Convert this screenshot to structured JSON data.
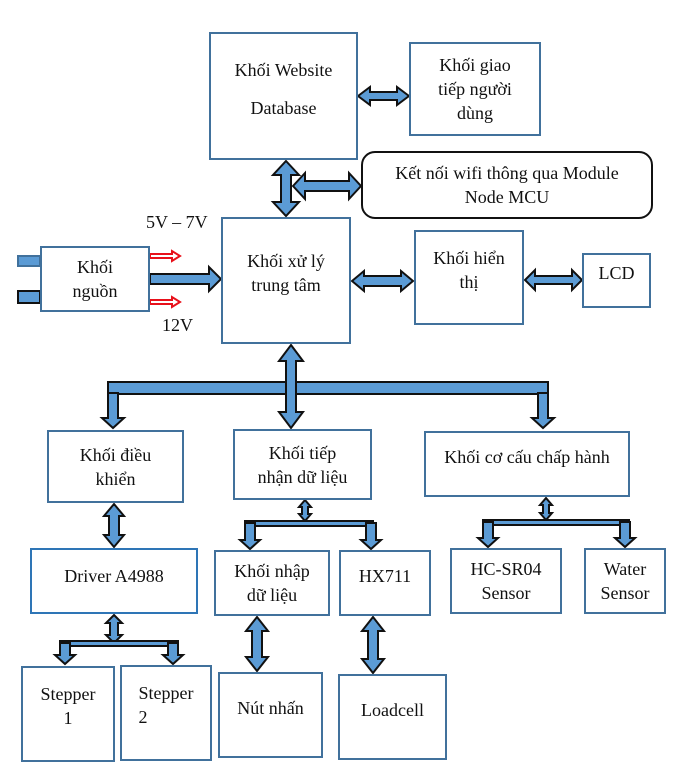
{
  "diagram": {
    "blocks": {
      "website": {
        "line1": "Khối Website",
        "line2": "Database"
      },
      "user_interface": {
        "text": "Khối giao\ntiếp người\ndùng"
      },
      "wifi": {
        "text": "Kết nối wifi thông qua Module\nNode MCU"
      },
      "power": {
        "text": "Khối\nnguồn"
      },
      "cpu": {
        "text": "Khối xử lý\ntrung tâm"
      },
      "display": {
        "text": "Khối hiển\nthị"
      },
      "lcd": {
        "text": "LCD"
      },
      "control": {
        "text": "Khối điều\nkhiển"
      },
      "data_receive": {
        "text": "Khối tiếp\nnhận dữ liệu"
      },
      "actuator": {
        "text": "Khối cơ cấu chấp hành"
      },
      "driver": {
        "text": "Driver A4988"
      },
      "data_input": {
        "text": "Khối nhập\ndữ liệu"
      },
      "hx711": {
        "text": "HX711"
      },
      "hcsr04": {
        "text": "HC-SR04\nSensor"
      },
      "water": {
        "text": "Water\nSensor"
      },
      "stepper1": {
        "text": "Stepper\n1"
      },
      "stepper2": {
        "text": "Stepper\n2"
      },
      "button": {
        "text": "Nút nhấn"
      },
      "loadcell": {
        "text": "Loadcell"
      }
    },
    "labels": {
      "voltage_low": "5V – 7V",
      "voltage_high": "12V"
    },
    "colors": {
      "box_border": "#41719c",
      "arrow_fill": "#5b9bd5",
      "arrow_stroke": "#111111",
      "power_arrow": "#e8101a"
    }
  }
}
